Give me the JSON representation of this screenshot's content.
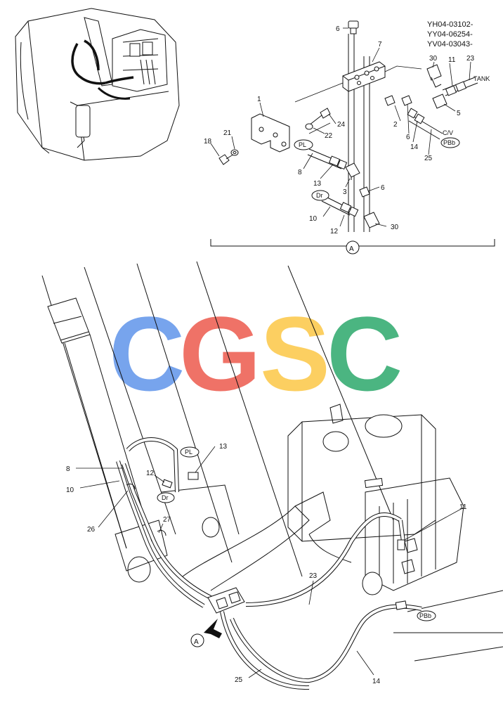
{
  "serials": [
    "YH04-03102-",
    "YY04-06254-",
    "YV04-03043-"
  ],
  "watermark": {
    "letters": [
      {
        "char": "C",
        "color": "#4a86e8"
      },
      {
        "char": "G",
        "color": "#ea4335"
      },
      {
        "char": "S",
        "color": "#fbc02d"
      },
      {
        "char": "C",
        "color": "#0f9d58"
      }
    ]
  },
  "detail": {
    "view_label": "A",
    "callouts": {
      "p1": "1",
      "p2": "2",
      "p3": "3",
      "p5": "5",
      "p6a": "6",
      "p6b": "6",
      "p6c": "6",
      "p7": "7",
      "p8": "8",
      "p10": "10",
      "p11": "11",
      "p12": "12",
      "p13": "13",
      "p14": "14",
      "p18": "18",
      "p21": "21",
      "p22": "22",
      "p23": "23",
      "p24": "24",
      "p25": "25",
      "p30a": "30",
      "p30b": "30"
    },
    "tags": {
      "tank": "TANK",
      "cv": "C/V",
      "pl": "PL",
      "dr": "Dr",
      "pbb": "PBb"
    }
  },
  "main": {
    "view_label": "A",
    "callouts": {
      "p8": "8",
      "p10": "10",
      "p11": "11",
      "p12": "12",
      "p13": "13",
      "p14": "14",
      "p23": "23",
      "p25": "25",
      "p26": "26",
      "p27": "27"
    },
    "tags": {
      "pl": "PL",
      "dr": "Dr",
      "pbb": "PBb"
    }
  }
}
